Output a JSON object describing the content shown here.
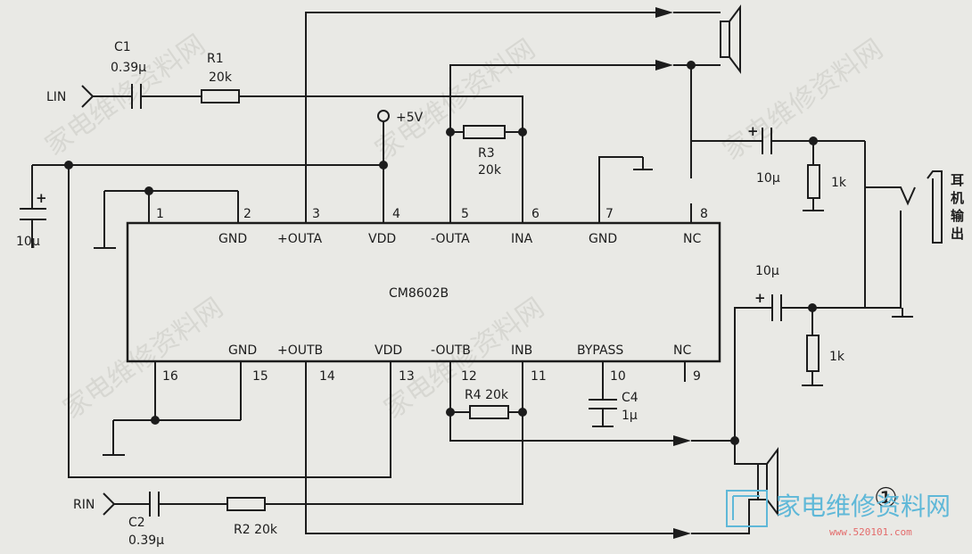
{
  "chip": {
    "name": "CM8602B",
    "top_pins": [
      {
        "num": "1",
        "label": ""
      },
      {
        "num": "2",
        "label": "GND"
      },
      {
        "num": "3",
        "label": "+OUTA"
      },
      {
        "num": "4",
        "label": "VDD"
      },
      {
        "num": "5",
        "label": "-OUTA"
      },
      {
        "num": "6",
        "label": "INA"
      },
      {
        "num": "7",
        "label": "GND"
      },
      {
        "num": "8",
        "label": "NC"
      }
    ],
    "bottom_pins": [
      {
        "num": "16",
        "label": "GND"
      },
      {
        "num": "15",
        "label": "+OUTB"
      },
      {
        "num": "14",
        "label": "VDD"
      },
      {
        "num": "13",
        "label": "-OUTB"
      },
      {
        "num": "12",
        "label": "INB"
      },
      {
        "num": "11",
        "label": "BYPASS"
      },
      {
        "num": "10",
        "label": "NC"
      },
      {
        "num": "9",
        "label": ""
      }
    ]
  },
  "components": {
    "c1_name": "C1",
    "c1_value": "0.39μ",
    "r1_name": "R1",
    "r1_value": "20k",
    "r3_name": "R3",
    "r3_value": "20k",
    "c2_name": "C2",
    "c2_value": "0.39μ",
    "r2": "R2 20k",
    "r4": "R4 20k",
    "c4_name": "C4",
    "c4_value": "1μ",
    "c_supply": "10μ",
    "c_out_top": "10μ",
    "c_out_bottom": "10μ",
    "r_load_top": "1k",
    "r_load_bottom": "1k",
    "plus": "+"
  },
  "labels": {
    "lin": "LIN",
    "rin": "RIN",
    "vcc": "+5V",
    "jack": [
      "耳",
      "机",
      "输",
      "出"
    ],
    "figure_mark": "①"
  },
  "watermark": {
    "logo": "家电维修资料网",
    "url": "www.520101.com",
    "repeat": "家电维修资料网"
  }
}
